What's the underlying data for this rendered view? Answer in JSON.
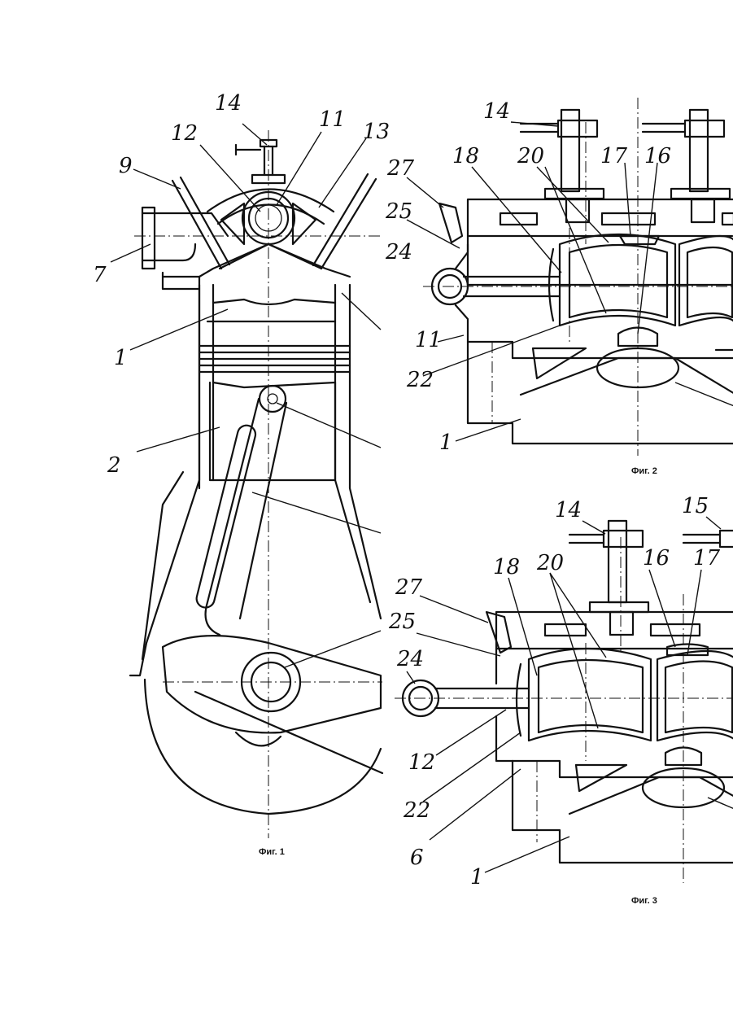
{
  "fig1": {
    "caption": "Фиг. 1",
    "labels": [
      "14",
      "12",
      "11",
      "13",
      "9",
      "7",
      "1",
      "2"
    ]
  },
  "fig2": {
    "caption": "Фиг. 2",
    "labels": [
      "14",
      "27",
      "18",
      "20",
      "17",
      "16",
      "25",
      "24",
      "11",
      "22",
      "1"
    ]
  },
  "fig3": {
    "caption": "Фиг. 3",
    "labels": [
      "14",
      "15",
      "18",
      "20",
      "16",
      "17",
      "27",
      "25",
      "24",
      "12",
      "22",
      "6",
      "1"
    ]
  }
}
